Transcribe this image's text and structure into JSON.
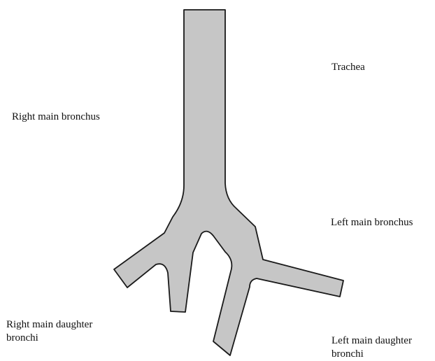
{
  "labels": {
    "trachea": "Trachea",
    "right_main_bronchus": "Right main bronchus",
    "left_main_bronchus": "Left main bronchus",
    "right_main_daughter_bronchi": [
      "Right main daughter",
      "bronchi"
    ],
    "left_main_daughter_bronchi": [
      "Left main daughter",
      "bronchi"
    ]
  },
  "colors": {
    "airway_fill": "#c6c6c6",
    "airway_outline": "#1a1a1a",
    "background": "#ffffff"
  }
}
